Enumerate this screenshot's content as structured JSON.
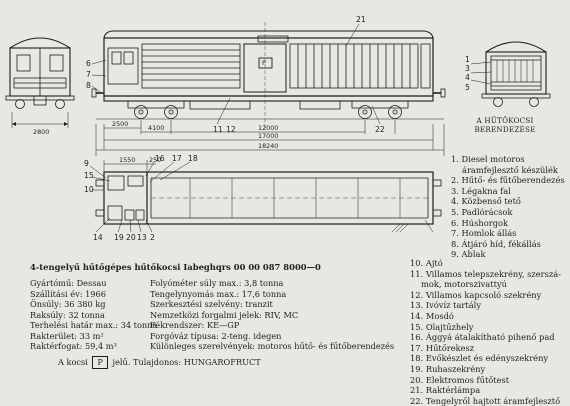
{
  "drawing": {
    "end_view_left": {
      "width_dim": "2800"
    },
    "end_view_right": {
      "callouts": [
        "1",
        "3",
        "4",
        "5"
      ]
    },
    "side_view": {
      "dims": [
        "2500",
        "4100",
        "12000",
        "17000",
        "18240"
      ],
      "callouts": [
        "21",
        "6",
        "7",
        "8",
        "22",
        "11",
        "12"
      ],
      "side_mark": "P"
    },
    "plan_view": {
      "dims": [
        "1550",
        "250"
      ],
      "callouts_top": [
        "9",
        "15",
        "10",
        "16",
        "17",
        "18"
      ],
      "callouts_bottom": [
        "14",
        "19",
        "20",
        "13",
        "2"
      ]
    }
  },
  "legend": {
    "heading_line1": "A HŰTŐKOCSI",
    "heading_line2": "BERENDEZÉSE",
    "items": [
      "1. Diesel motoros",
      "áramfejlesztő készülék",
      "2. Hűtő- és fűtőberendezés",
      "3. Légakna fal",
      "4. Közbenső tető",
      "5. Padlórácsok",
      "6. Húshorgok",
      "7. Homlok állás",
      "8. Átjáró híd, fékállás",
      "9. Ablak"
    ],
    "items2": [
      "10. Ajtó",
      "11. Villamos telepszekrény, szerszá-",
      "mok, motorszivattyú",
      "12. Villamos kapcsoló szekrény",
      "13. Ivóvíz tartály",
      "14. Mosdó",
      "15. Olajtűzhely",
      "16. Ággyá átalakítható pihenő pad",
      "17. Hűtőrekesz",
      "18. Evőkészlet és edényszekrény",
      "19. Ruhaszekrény",
      "20. Elektromos fűtőtest",
      "21. Raktérlámpa",
      "22. Tengelyről hajtott áramfejlesztő"
    ]
  },
  "caption": "4-tengelyű hűtőgépes hűtőkocsi Iabeghqrs 00 00 087 8000—0",
  "specs_left": {
    "gyartomu": "Gyártómű: Dessau",
    "ev": "Szállítási év: 1966",
    "onsuly": "Önsúly: 36 380 kg",
    "raksuly": "Raksúly: 32 tonna",
    "terhelesi": "Terhelési határ max.: 34 tonna",
    "rakterulet": "Rakterület: 33 m²",
    "rakterfogat": "Raktérfogat: 59,4 m³"
  },
  "specs_right": {
    "folyometer": "Folyóméter súly max.: 3,8 tonna",
    "tengelynyomas": "Tengelynyomás max.: 17,6 tonna",
    "szerkesztesi": "Szerkesztési szelvény: tranzit",
    "forgalmi": "Nemzetközi forgalmi jelek: RIV, MC",
    "fek": "Fékrendszer: KE—GP",
    "forgovaz": "Forgóváz típusa: 2-teng. idegen",
    "kulonleges": "Különleges szerelvények: motoros hűtő- és fűtőberendezés"
  },
  "owner": {
    "prefix": "A kocsi",
    "box": "P",
    "suffix": "jelű. Tulajdonos: HUNGAROFRUCT"
  }
}
